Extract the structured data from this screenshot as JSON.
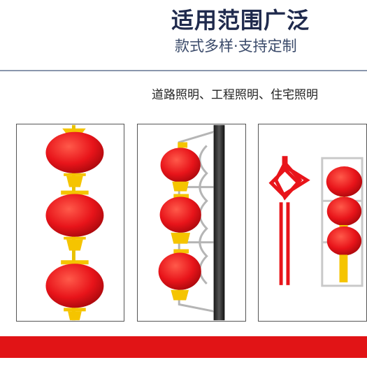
{
  "header": {
    "title": "适用范围广泛",
    "subtitle": "款式多样·支持定制"
  },
  "usage": {
    "text": "道路照明、工程照明、住宅照明"
  },
  "colors": {
    "lantern_red": "#e8141a",
    "fitting_yellow": "#f5c400",
    "title_navy": "#1f2a4d",
    "banner_red": "#e11416"
  },
  "products": [
    {
      "name": "triple-lantern-string-icon"
    },
    {
      "name": "lantern-pole-bracket-icon"
    },
    {
      "name": "chinese-knot-lantern-icon"
    }
  ]
}
